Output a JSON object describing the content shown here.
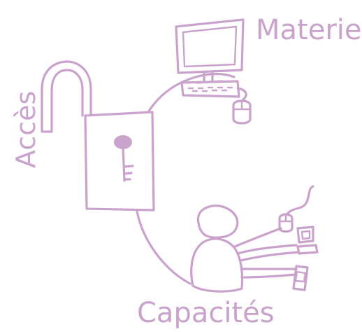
{
  "colors": {
    "ink": "#c9a3cc",
    "key_fill": "#c9a3cc",
    "background": "#ffffff"
  },
  "labels": {
    "materiel": "Materiel",
    "acces": "Accès",
    "capacites": "Capacités"
  },
  "icons": [
    "padlock-icon",
    "key-icon",
    "monitor-icon",
    "keyboard-icon",
    "mouse-icon",
    "person-icon",
    "small-mouse-icon",
    "small-computer-icon",
    "phone-icon"
  ]
}
